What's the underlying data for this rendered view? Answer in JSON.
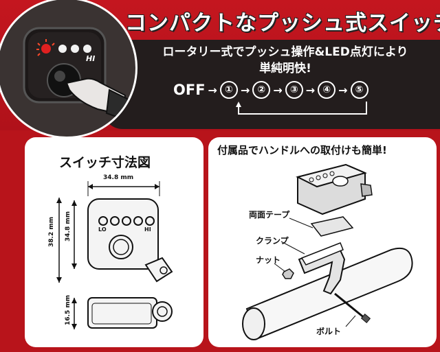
{
  "header": {
    "title": "コンパクトなプッシュ式スイッチ",
    "desc_line1": "ロータリー式でプッシュ操作&LED点灯により",
    "desc_line2": "単純明快!"
  },
  "sequence": {
    "off": "OFF",
    "steps": [
      "①",
      "②",
      "③",
      "④",
      "⑤"
    ],
    "arrow": "→"
  },
  "switch_photo": {
    "hi_label": "HI"
  },
  "dimensions_panel": {
    "title": "スイッチ寸法図",
    "width": "34.8 mm",
    "height_total": "38.2 mm",
    "height_body": "34.8 mm",
    "depth": "16.5 mm",
    "lo_label": "LO",
    "hi_label": "HI"
  },
  "accessory_panel": {
    "title": "付属品でハンドルへの取付けも簡単!",
    "labels": {
      "tape": "両面テープ",
      "clamp": "クランプ",
      "nut": "ナット",
      "bolt": "ボルト"
    }
  },
  "colors": {
    "accent_red": "#b8141b",
    "dark": "#231d1d",
    "led_red": "#e02020"
  },
  "icons": [
    "led-indicator-icon",
    "finger-press-icon",
    "loop-arrow-icon"
  ]
}
